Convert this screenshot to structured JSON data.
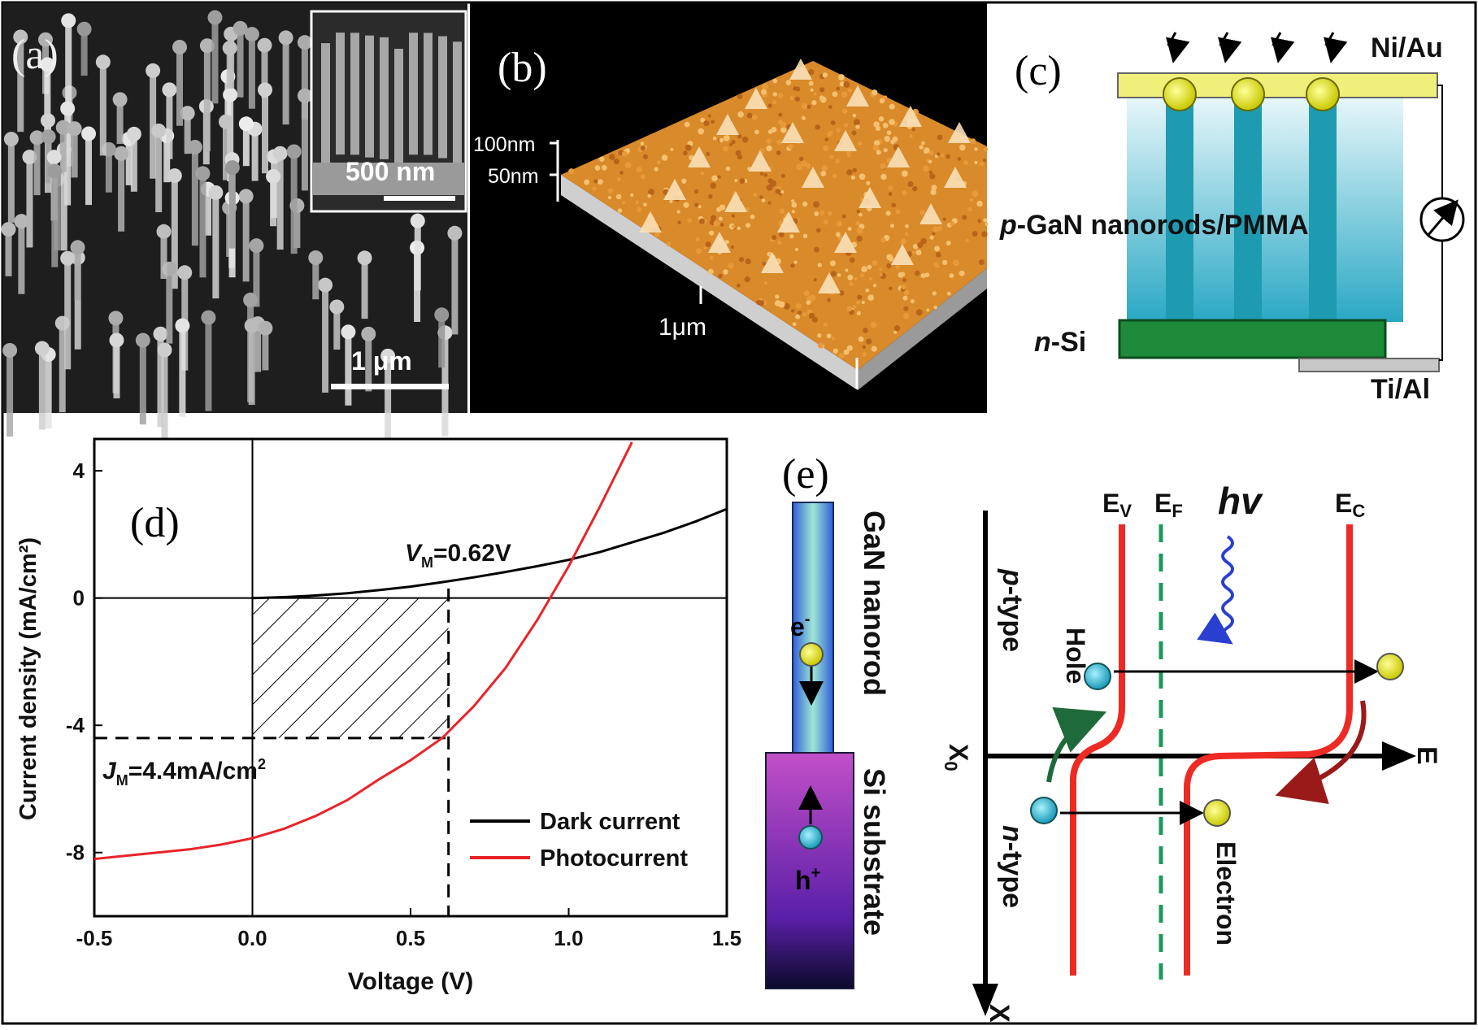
{
  "panel_a": {
    "label": "(a)",
    "inset_scale": "500 nm",
    "main_scale": "1 μm"
  },
  "panel_b": {
    "label": "(b)",
    "z_tick_1": "100nm",
    "z_tick_2": "50nm",
    "xy_scale": "1μm"
  },
  "panel_c": {
    "label": "(c)",
    "top_contact": "Ni/Au",
    "nanorods_prefix": "p",
    "nanorods_label": "-GaN nanorods/PMMA",
    "substrate_prefix": "n",
    "substrate_label": "-Si",
    "bottom_contact": "Ti/Al"
  },
  "panel_d": {
    "label": "(d)",
    "vm_symbol": "V",
    "vm_sub": "M",
    "vm_value": "=0.62V",
    "jm_symbol": "J",
    "jm_sub": "M",
    "jm_value": "=4.4mA/cm",
    "jm_sup": "2"
  },
  "panel_e": {
    "label": "(e)",
    "rod_label": "GaN nanorod",
    "substrate_label": "Si substrate",
    "electron_base": "e",
    "electron_sup": "-",
    "hole_base": "h",
    "hole_sup": "+",
    "ev_base": "E",
    "ev_sub": "V",
    "ef_base": "E",
    "ef_sub": "F",
    "ec_base": "E",
    "ec_sub": "C",
    "photon": "hv",
    "p_prefix": "p",
    "p_suffix": "-type",
    "n_prefix": "n",
    "n_suffix": "-type",
    "hole_label": "Hole",
    "electron_label": "Electron",
    "axis_e": "E",
    "axis_x": "X",
    "axis_x0": "X",
    "axis_x0_sub": "0"
  },
  "chart_data": {
    "type": "line",
    "xlabel": "Voltage (V)",
    "ylabel": "Current density (mA/cm²)",
    "xlim": [
      -0.5,
      1.5
    ],
    "ylim": [
      -10,
      5
    ],
    "x_ticks": [
      -0.5,
      0.0,
      0.5,
      1.0,
      1.5
    ],
    "x_tick_labels": [
      "-0.5",
      "0.0",
      "0.5",
      "1.0",
      "1.5"
    ],
    "y_ticks": [
      4,
      0,
      -4,
      -8
    ],
    "y_tick_labels": [
      "4",
      "0",
      "-4",
      "-8"
    ],
    "legend_position": "lower-right",
    "series": [
      {
        "name": "Dark current",
        "color": "#000000",
        "x": [
          0.0,
          0.1,
          0.2,
          0.3,
          0.4,
          0.5,
          0.6,
          0.7,
          0.8,
          0.9,
          1.0,
          1.1,
          1.2,
          1.3,
          1.4,
          1.5
        ],
        "y": [
          0.0,
          0.03,
          0.08,
          0.15,
          0.25,
          0.36,
          0.5,
          0.65,
          0.82,
          1.0,
          1.2,
          1.45,
          1.75,
          2.05,
          2.4,
          2.8
        ]
      },
      {
        "name": "Photocurrent",
        "color": "#e8242a",
        "x": [
          -0.5,
          -0.4,
          -0.3,
          -0.2,
          -0.1,
          0.0,
          0.1,
          0.2,
          0.3,
          0.4,
          0.5,
          0.6,
          0.7,
          0.8,
          0.9,
          1.0,
          1.1,
          1.2
        ],
        "y": [
          -8.2,
          -8.1,
          -8.0,
          -7.9,
          -7.75,
          -7.55,
          -7.25,
          -6.85,
          -6.35,
          -5.7,
          -5.1,
          -4.4,
          -3.4,
          -2.2,
          -0.7,
          1.0,
          2.9,
          4.9
        ]
      }
    ],
    "max_power_point": {
      "voltage": 0.62,
      "current_density": -4.4
    }
  }
}
